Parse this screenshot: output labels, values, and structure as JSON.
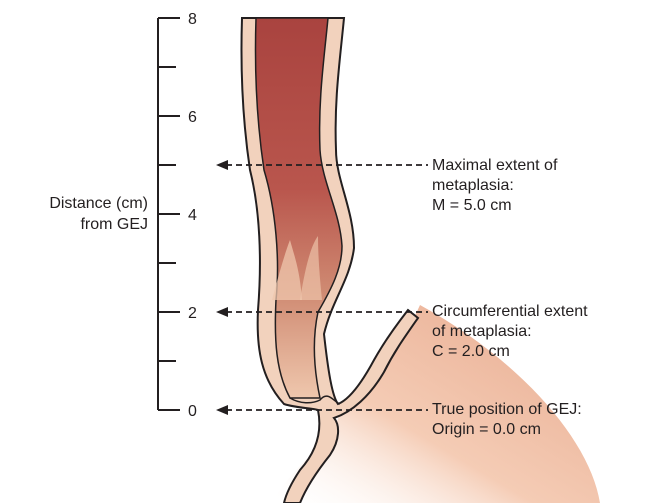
{
  "axis": {
    "label_line1": "Distance (cm)",
    "label_line2": "from GEJ",
    "ticks": [
      "0",
      "2",
      "4",
      "6",
      "8"
    ]
  },
  "annotations": [
    {
      "id": "maximal",
      "lines": [
        "Maximal extent of",
        "metaplasia:",
        "M = 5.0 cm"
      ],
      "value_cm": 5.0
    },
    {
      "id": "circumferential",
      "lines": [
        "Circumferential extent",
        "of metaplasia:",
        "C = 2.0 cm"
      ],
      "value_cm": 2.0
    },
    {
      "id": "gej",
      "lines": [
        "True position of GEJ:",
        "Origin = 0.0 cm"
      ],
      "value_cm": 0.0
    }
  ],
  "colors": {
    "outline": "#231f20",
    "esophagus_wall": "#f2d2bd",
    "metaplasia": "#b5534c",
    "gastric_mucosa": "#e9b79a"
  }
}
